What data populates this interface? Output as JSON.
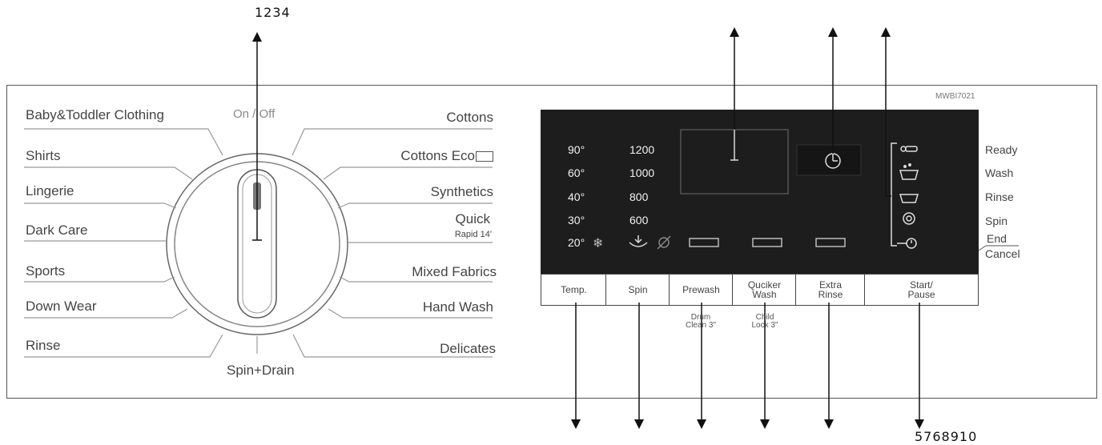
{
  "callouts": {
    "top_label": "1234",
    "bottom_label": "5768910"
  },
  "model": "MWBI7021",
  "dial": {
    "center_label": "On / Off",
    "bottom_label": "Spin+Drain",
    "left_programs": [
      "Baby&Toddler Clothing",
      "Shirts",
      "Lingerie",
      "Dark Care",
      "Sports",
      "Down Wear",
      "Rinse"
    ],
    "right_programs": [
      "Cottons",
      "Cottons Eco",
      "Synthetics",
      "Quick",
      "Mixed Fabrics",
      "Hand Wash",
      "Delicates"
    ],
    "quick_sub": "Rapid 14'"
  },
  "display": {
    "temps": [
      "90°",
      "60°",
      "40°",
      "30°",
      "20°"
    ],
    "spins": [
      "1200",
      "1000",
      "800",
      "600"
    ],
    "icons": [
      "cold-wash-icon",
      "no-spin-icon",
      "spin-off-icon",
      "timer-icon"
    ]
  },
  "status": [
    "Ready",
    "Wash",
    "Rinse",
    "Spin",
    "End",
    "Cancel"
  ],
  "buttons": {
    "temp": "Temp.",
    "spin": "Spin",
    "prewash": "Prewash",
    "quicker_wash": "Quciker\nWash",
    "extra_rinse": "Extra\nRinse",
    "start_pause": "Start/\nPause"
  },
  "under_labels": {
    "prewash": "Drum\nClean 3\"",
    "quicker_wash": "Child\nLock 3\""
  },
  "colors": {
    "display_bg": "#1d1d1d",
    "line": "#444444",
    "knob_accent": "#666666"
  }
}
